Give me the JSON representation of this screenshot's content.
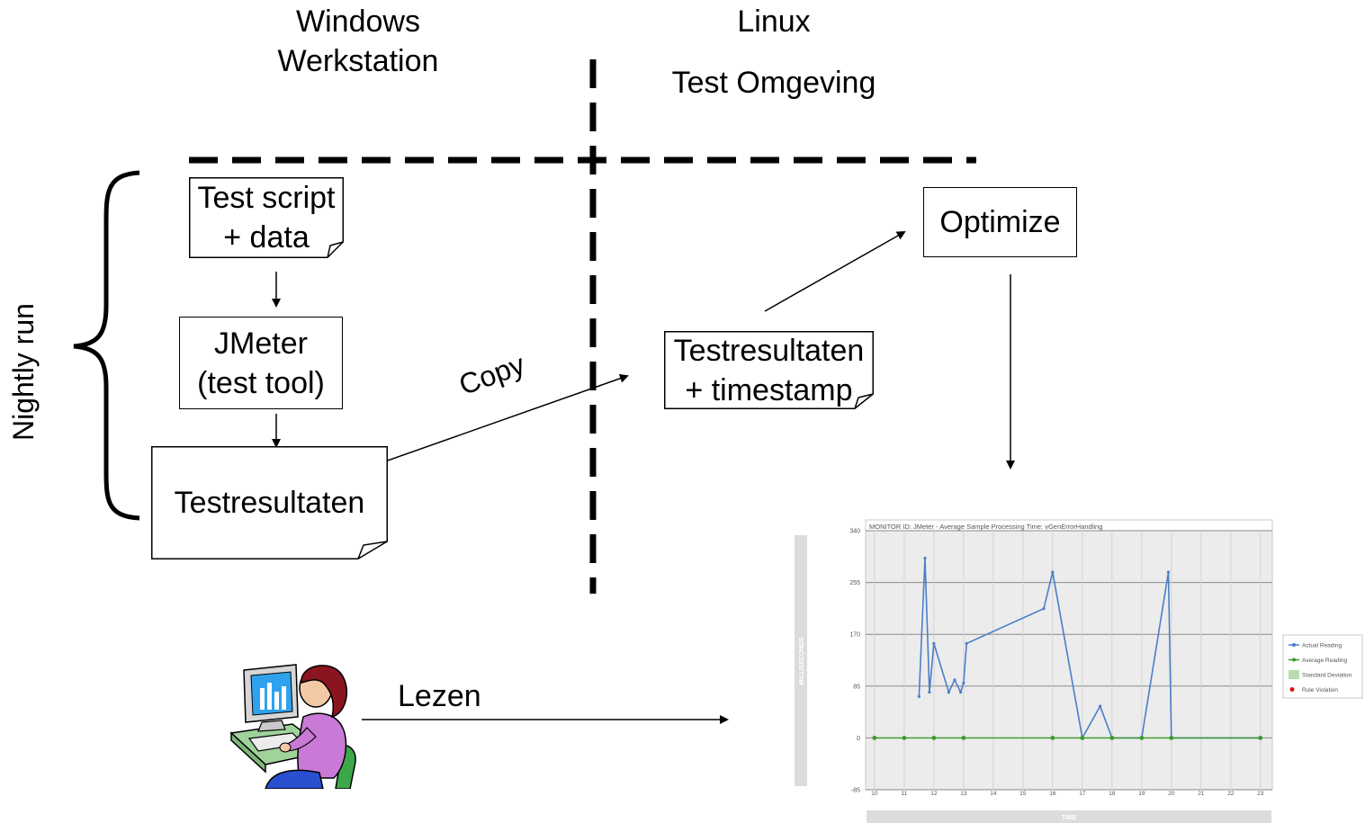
{
  "headers": {
    "windows": "Windows\nWerkstation",
    "linux": "Linux",
    "test_env": "Test Omgeving"
  },
  "side_label": "Nightly run",
  "nodes": {
    "test_script": "Test script\n+ data",
    "jmeter": "JMeter\n(test tool)",
    "testresultaten_local": "Testresultaten",
    "testresultaten_ts": "Testresultaten\n+ timestamp",
    "optimize": "Optimize"
  },
  "edge_labels": {
    "copy": "Copy",
    "lezen": "Lezen"
  },
  "chart_data": {
    "type": "line",
    "title": "MONITOR ID: JMeter - Average Sample Processing Time: vGenErrorHandling",
    "xlabel": "TIME",
    "ylabel": "MILLISECONDS",
    "ylim": [
      -85,
      340
    ],
    "yticks": [
      "340",
      "255",
      "170",
      "85",
      "0",
      "-85"
    ],
    "xticks": [
      "10",
      "11",
      "12",
      "13",
      "14",
      "15",
      "16",
      "17",
      "18",
      "19",
      "20",
      "21",
      "22",
      "23"
    ],
    "xlim": [
      9.7,
      23.4
    ],
    "grid": true,
    "legend_position": "right",
    "series": [
      {
        "name": "Actual Reading",
        "color": "#4a7fc8",
        "x": [
          11.5,
          11.7,
          11.85,
          12.0,
          12.5,
          12.7,
          12.9,
          13.0,
          13.1,
          15.7,
          16.0,
          17.0,
          17.6,
          18.0,
          19.0,
          19.9,
          20.0,
          23.0
        ],
        "y": [
          68,
          295,
          75,
          155,
          75,
          95,
          75,
          90,
          155,
          212,
          272,
          0,
          52,
          0,
          0,
          272,
          0,
          0
        ]
      },
      {
        "name": "Average Reading",
        "color": "#3a9a2a",
        "x": [
          10,
          11,
          12,
          13,
          16,
          17,
          18,
          19,
          20,
          23
        ],
        "y": [
          0,
          0,
          0,
          0,
          0,
          0,
          0,
          0,
          0,
          0
        ]
      }
    ],
    "legend": [
      {
        "label": "Actual Reading",
        "color": "#4a7fc8",
        "kind": "line"
      },
      {
        "label": "Average Reading",
        "color": "#3a9a2a",
        "kind": "line"
      },
      {
        "label": "Standard Deviation",
        "color": "#b8dcb0",
        "kind": "area"
      },
      {
        "label": "Rule Violation",
        "color": "#dd1111",
        "kind": "dot"
      }
    ]
  }
}
